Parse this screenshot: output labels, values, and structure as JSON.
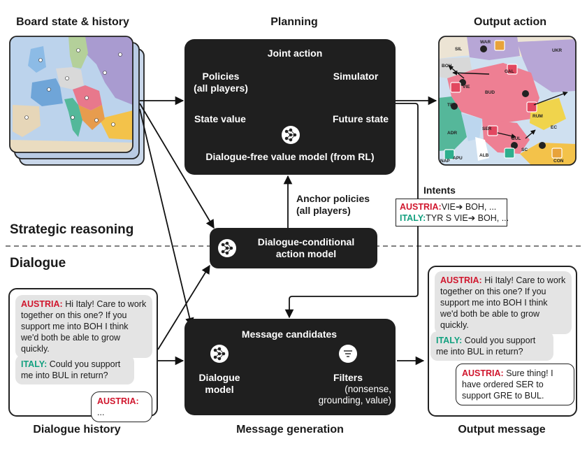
{
  "headers": {
    "board": "Board state & history",
    "planning": "Planning",
    "output_action": "Output action",
    "dialogue_history": "Dialogue history",
    "message_generation": "Message generation",
    "output_message": "Output message"
  },
  "sections": {
    "strategic": "Strategic reasoning",
    "dialogue": "Dialogue"
  },
  "planning": {
    "joint_action": "Joint action",
    "policies_line1": "Policies",
    "policies_line2": "(all players)",
    "simulator": "Simulator",
    "state_value": "State value",
    "future_state": "Future state",
    "value_model": "Dialogue-free value model (from RL)"
  },
  "anchor": {
    "line1": "Anchor policies",
    "line2": "(all players)"
  },
  "intents": {
    "title": "Intents",
    "austria_label": "AUSTRIA:",
    "austria_text": "VIE➔ BOH, ...",
    "italy_label": "ITALY:",
    "italy_text": "TYR S VIE➔ BOH, ..."
  },
  "dcam": {
    "line1": "Dialogue-conditional",
    "line2": "action model"
  },
  "msggen": {
    "candidates": "Message candidates",
    "model_line1": "Dialogue",
    "model_line2": "model",
    "filters": "Filters",
    "filters_line1": "(nonsense,",
    "filters_line2": "grounding, value)"
  },
  "dialogue_history": {
    "m1_speaker": "AUSTRIA:",
    "m1_text": " Hi Italy! Care to work together on this one? If you support me into BOH I think we'd both be able to grow quickly.",
    "m2_speaker": "ITALY:",
    "m2_text": " Could you support me into BUL in return?",
    "m3_speaker": "AUSTRIA:",
    "m3_text": " ..."
  },
  "output_message": {
    "m1_speaker": "AUSTRIA:",
    "m1_text": " Hi Italy! Care to work together on this one? If you support me into BOH I think we'd both be able to grow quickly.",
    "m2_speaker": "ITALY:",
    "m2_text": " Could you support me into BUL in return?",
    "m3_speaker": "AUSTRIA:",
    "m3_text": " Sure thing! I have ordered SER to support GRE to BUL."
  },
  "map_labels": [
    "SIL",
    "WAR",
    "UKR",
    "BOH",
    "GAL",
    "VIE",
    "BUD",
    "TRI",
    "RUM",
    "ADR",
    "SER",
    "BUL",
    "EC",
    "APU",
    "ALB",
    "SC",
    "NAP",
    "CON"
  ],
  "colors": {
    "austria": "#d0162d",
    "italy": "#12a07f",
    "dark_box": "#1f1f1f"
  }
}
